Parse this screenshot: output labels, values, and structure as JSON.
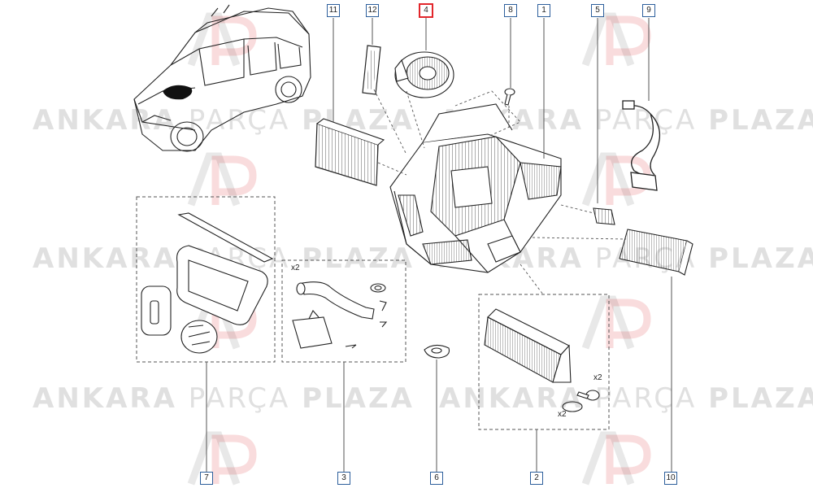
{
  "watermark": {
    "bold_left": "ANKARA",
    "light": "PARÇA",
    "bold_right": "PLAZA",
    "logo": "AP"
  },
  "callouts": {
    "c11": "11",
    "c12": "12",
    "c4": "4",
    "c8": "8",
    "c1": "1",
    "c5": "5",
    "c9": "9",
    "c7": "7",
    "c3": "3",
    "c6": "6",
    "c2": "2",
    "c10": "10"
  },
  "selected_callout": "4",
  "quantities": {
    "x2_clips": "x2",
    "x2_screws": "x2",
    "x2_seals": "x2"
  },
  "colors": {
    "callout_border": "#2d5f9c",
    "selected_border": "#e2262b",
    "watermark": "#a0a0a0",
    "logo_red": "#d9232a"
  }
}
